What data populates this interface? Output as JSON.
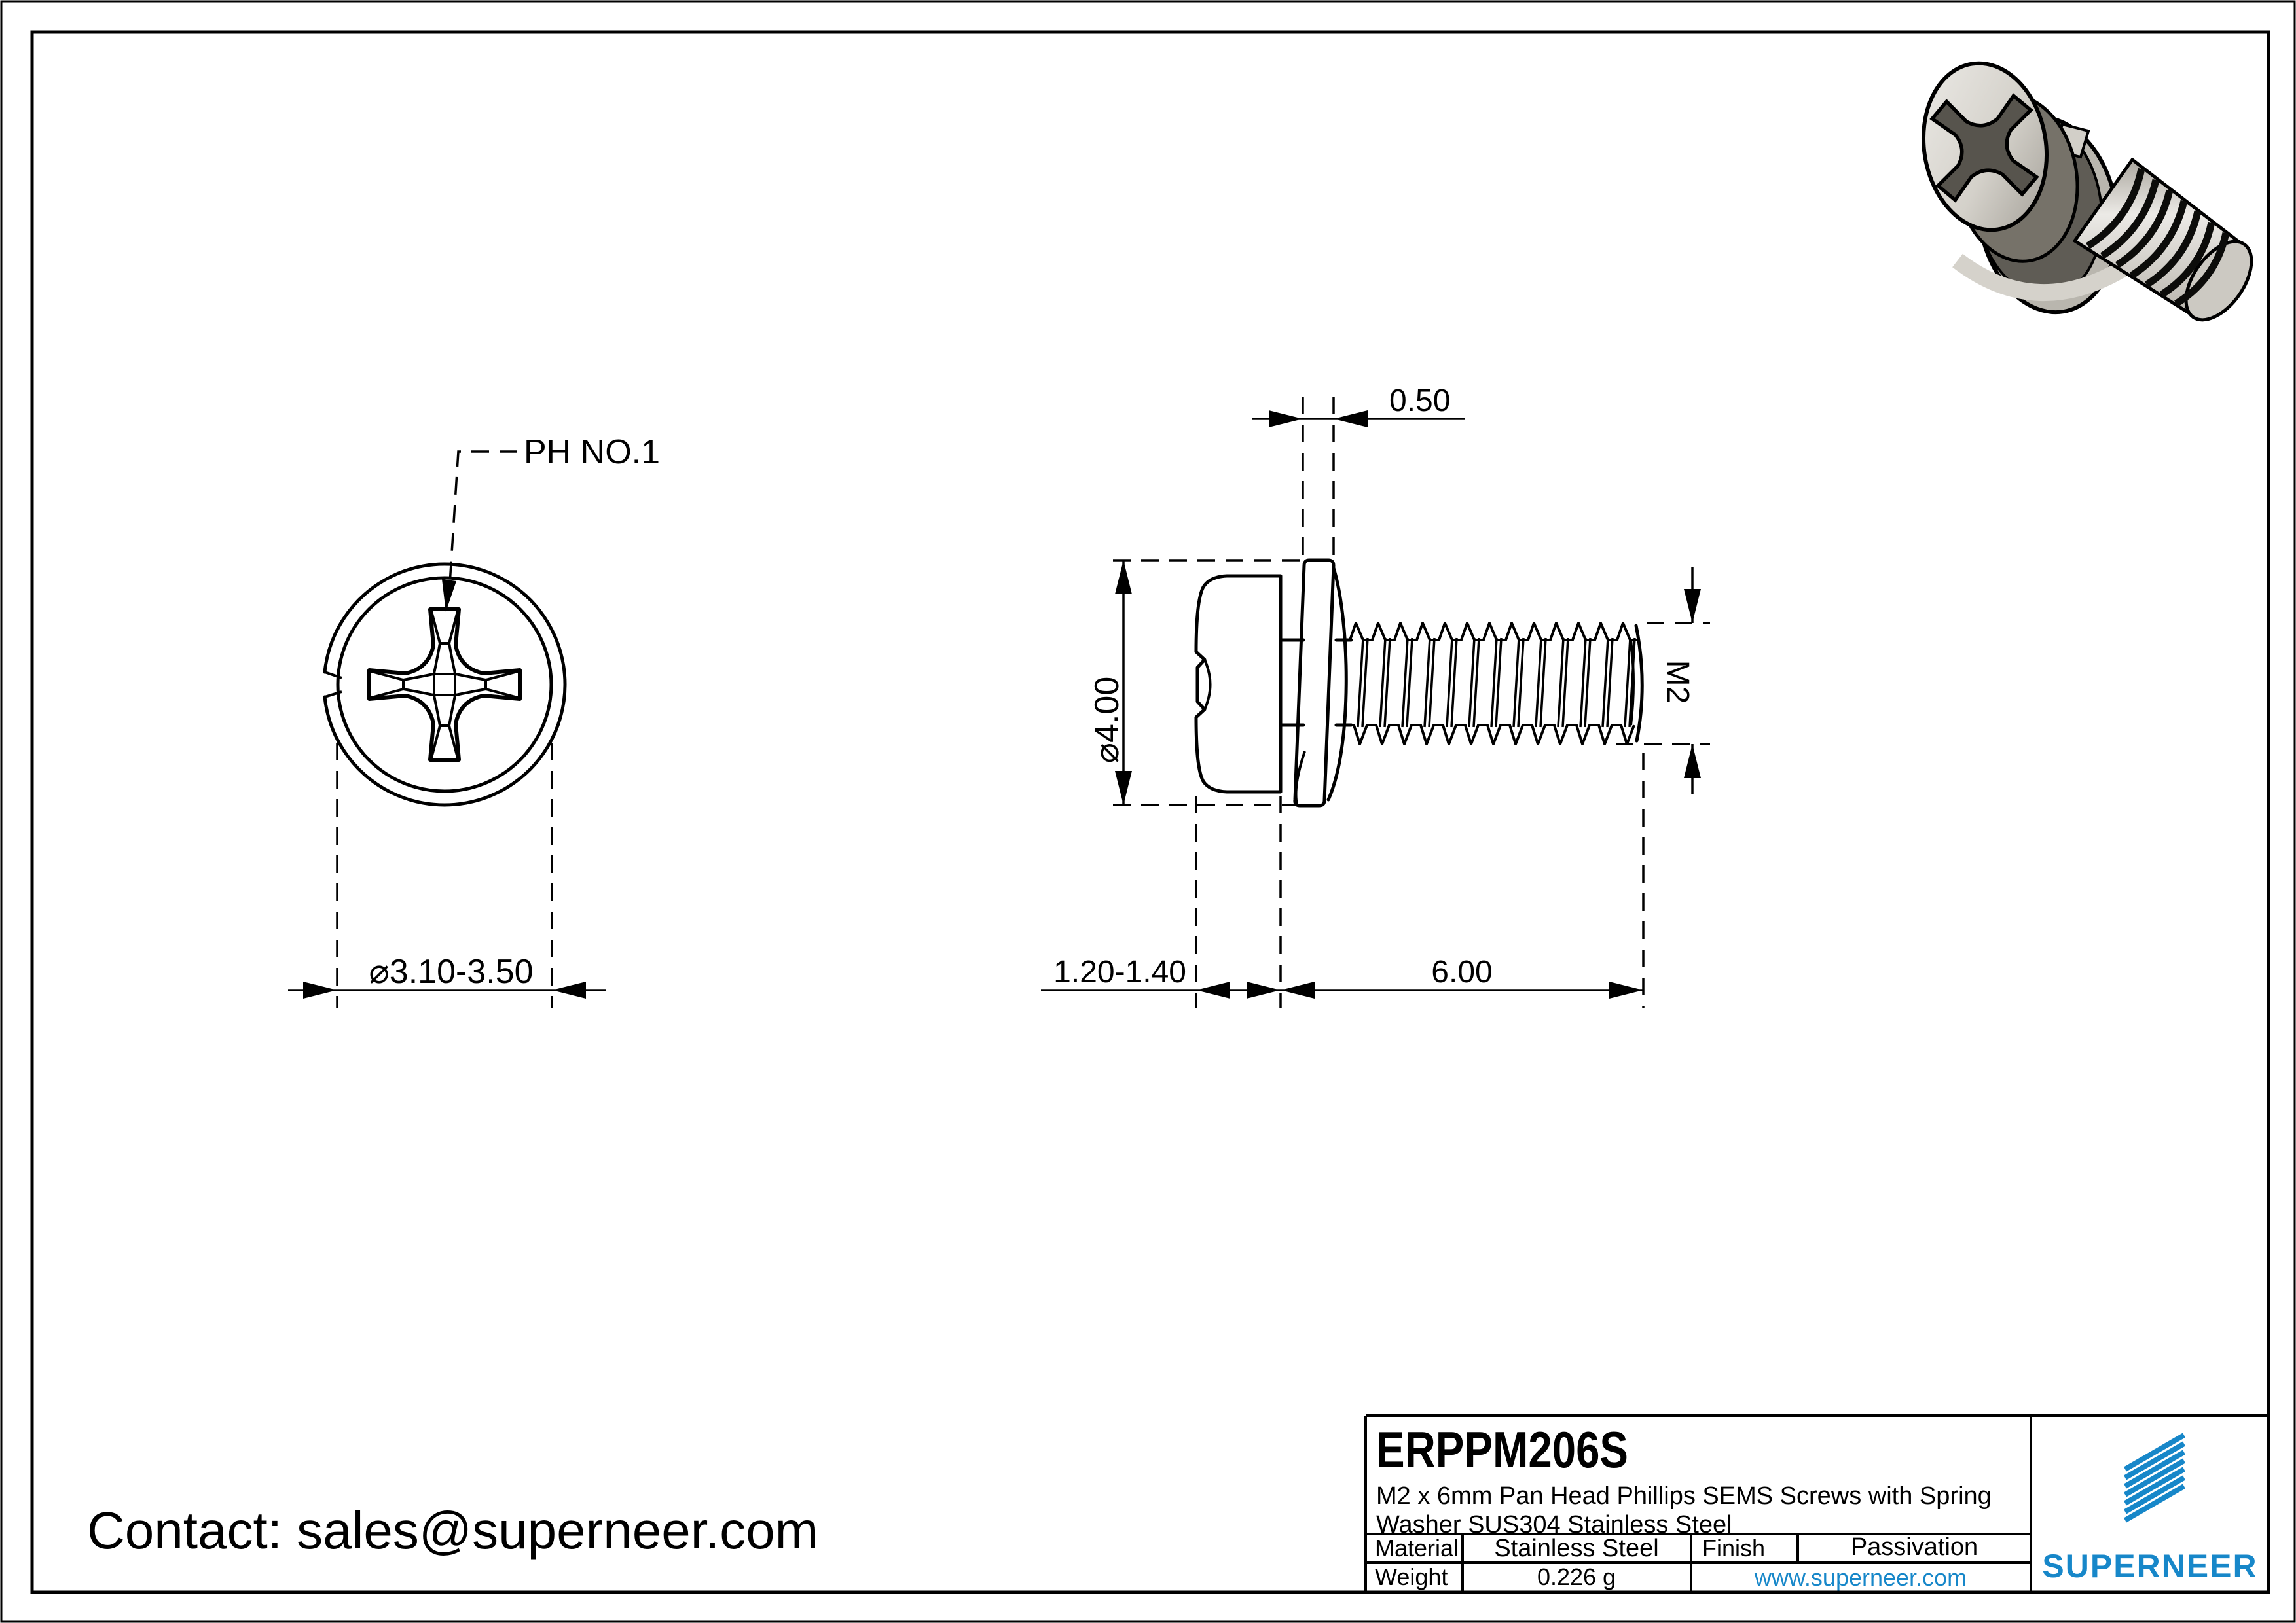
{
  "page": {
    "background": "#ffffff",
    "line_color": "#000000",
    "contact_text": "Contact: sales@superneer.com"
  },
  "top_view": {
    "recess_callout": "PH NO.1",
    "head_diameter_dim": "⌀3.10-3.50"
  },
  "side_view": {
    "washer_thickness_dim": "0.50",
    "head_diameter_dim": "⌀4.00",
    "thread_size_dim": "M2",
    "head_height_dim": "1.20-1.40",
    "thread_length_dim": "6.00"
  },
  "title_block": {
    "part_number": "ERPPM206S",
    "description_line1": "M2 x 6mm Pan Head Phillips SEMS Screws with Spring",
    "description_line2": "Washer SUS304 Stainless Steel",
    "material_label": "Material",
    "material_value": "Stainless Steel",
    "finish_label": "Finish",
    "finish_value": "Passivation",
    "weight_label": "Weight",
    "weight_value": "0.226 g",
    "website": "www.superneer.com",
    "brand_name": "SUPERNEER",
    "accent_color": "#1787c9"
  }
}
